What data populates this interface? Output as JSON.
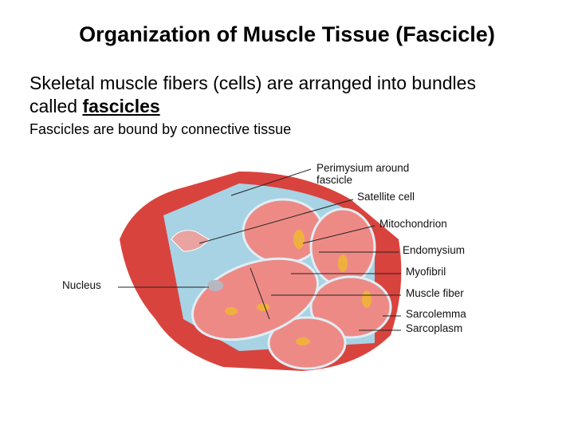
{
  "title": "Organization of Muscle Tissue (Fascicle)",
  "body": {
    "line1": "Skeletal muscle fibers (cells) are arranged into bundles",
    "line2_prefix": "called ",
    "line2_bold": "fascicles",
    "line3": "Fascicles are bound by connective tissue"
  },
  "diagram": {
    "labels": {
      "perimysium_1": "Perimysium around",
      "perimysium_2": "fascicle",
      "satellite": "Satellite cell",
      "mitochondrion": "Mitochondrion",
      "endomysium": "Endomysium",
      "myofibril": "Myofibril",
      "muscle_fiber": "Muscle fiber",
      "sarcolemma": "Sarcolemma",
      "sarcoplasm": "Sarcoplasm",
      "nucleus": "Nucleus"
    },
    "colors": {
      "muscle": "#e0504a",
      "connective": "#9fcde0",
      "fiber": "#ef8f8c",
      "mito": "#f0b040"
    }
  }
}
